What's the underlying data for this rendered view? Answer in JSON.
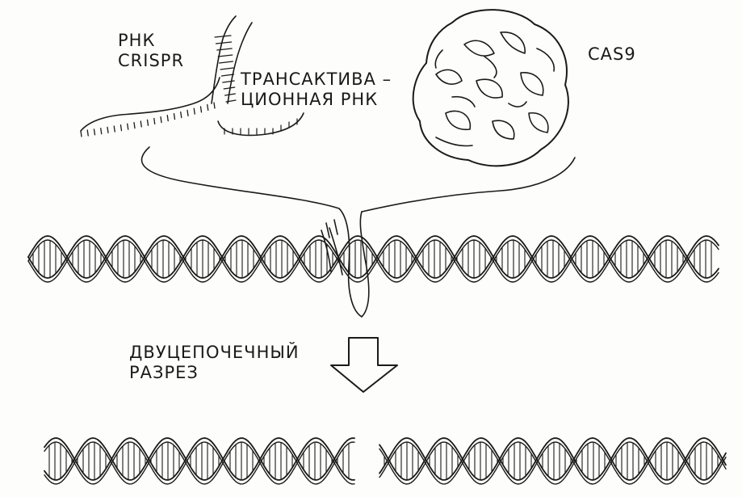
{
  "labels": {
    "crispr_rna": [
      "РНК",
      "CRISPR"
    ],
    "tracr_rna": [
      "ТРАНСАКТИВА –",
      "ЦИОННАЯ РНК"
    ],
    "cas9": "CAS9",
    "double_strand_break": [
      "ДВУЦЕПОЧЕЧНЫЙ",
      "РАЗРЕЗ"
    ]
  },
  "colors": {
    "ink": "#1a1a1a",
    "background": "#fdfdfb"
  }
}
